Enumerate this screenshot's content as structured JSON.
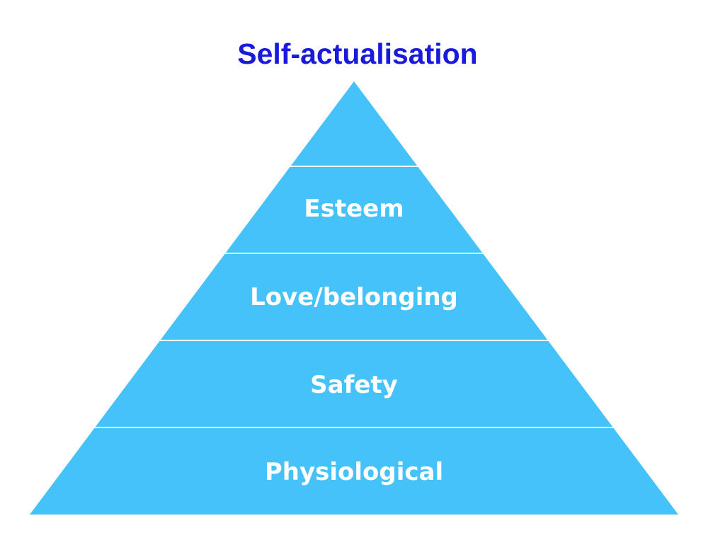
{
  "title": "Self-actualisation",
  "title_color": "#1a1adb",
  "fill_color": "#45c2fa",
  "divider_color": "#ffffff",
  "levels": [
    {
      "label": "Esteem"
    },
    {
      "label": "Love/belonging"
    },
    {
      "label": "Safety"
    },
    {
      "label": "Physiological"
    }
  ]
}
